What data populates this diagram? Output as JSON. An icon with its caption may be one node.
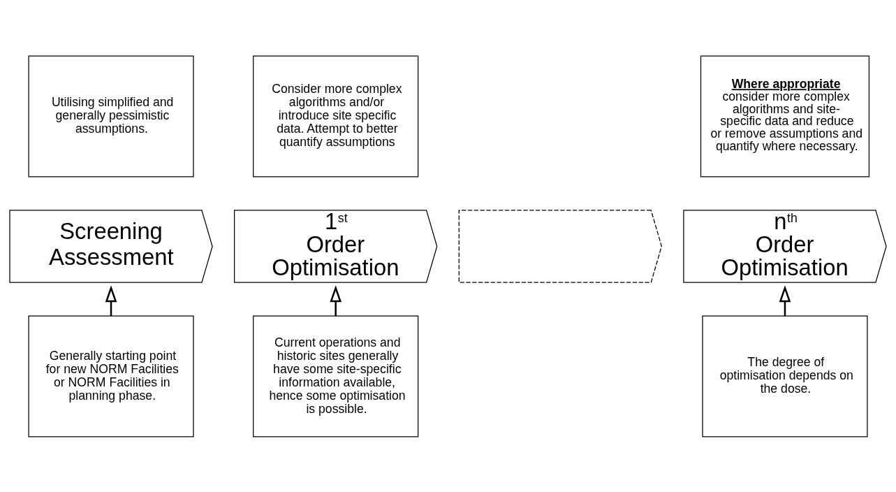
{
  "diagram": {
    "nodes": [
      {
        "text": [
          "Utilising simplified and generally pessimistic assumptions."
        ]
      },
      {
        "text": [
          "Consider more complex algorithms and/or introduce site specific data. Attempt to better quantify assumptions"
        ]
      },
      {
        "text": [
          "Where appropriate",
          "consider more complex algorithms and site-specific data and reduce or remove assumptions and quantify where necessary."
        ]
      },
      {
        "text": [
          "Screening Assessment"
        ]
      },
      {
        "text": [
          "1$^{st}$ Order Optimisation"
        ]
      },
      {
        "text": [],
        "shape": "chevron"
      },
      {
        "text": [
          "n$^{th}$ Order Optimisation"
        ]
      },
      {
        "text": [
          "Generally starting point for new NORM Facilities or NORM Facilities in planning phase."
        ]
      },
      {
        "text": [
          "Current operations and historic sites generally have some site-specific information available, hence some optimisation is possible."
        ]
      },
      {
        "text": [
          "The degree of optimisation depends on the dose."
        ]
      }
    ],
    "edges": [
      {
        "from": 7,
        "to": 3,
        "arrow": "to"
      },
      {
        "from": 8,
        "to": 4,
        "arrow": "to"
      },
      {
        "from": 9,
        "to": 6,
        "arrow": "to"
      }
    ]
  }
}
